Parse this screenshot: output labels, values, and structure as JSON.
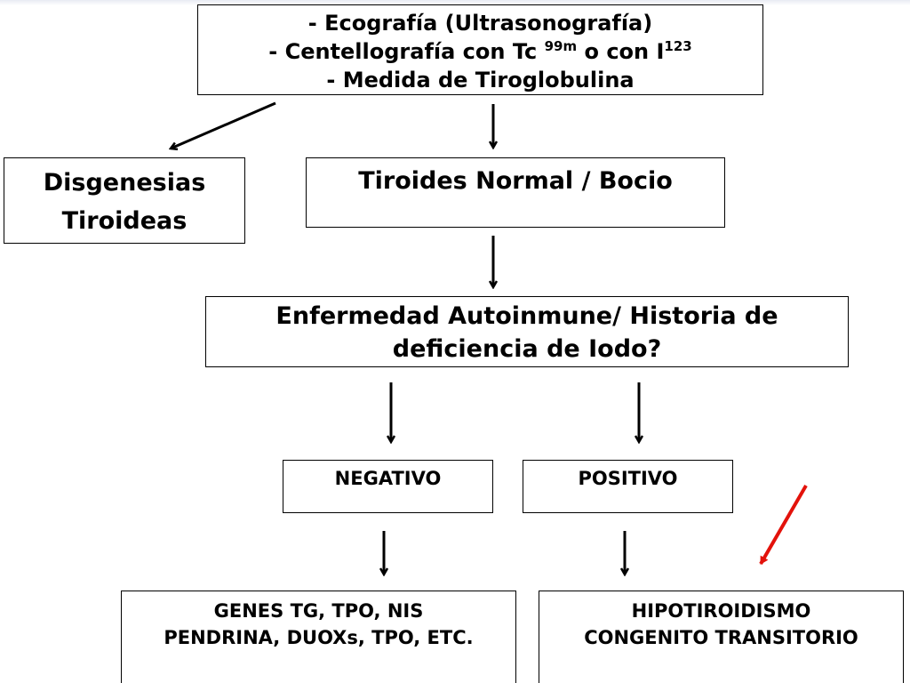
{
  "nodes": {
    "top": {
      "line1": "- Ecografía (Ultrasonografía)",
      "line2_prefix": "- Centellografía con Tc",
      "line2_sup1": "99m",
      "line2_middle": "o con I",
      "line2_sup2": "123",
      "line3": "-  Medida de Tiroglobulina"
    },
    "disgenesias": {
      "line1": "Disgenesias",
      "line2": "Tiroideas"
    },
    "normal": {
      "line1": "Tiroides Normal / Bocio"
    },
    "autoinmune": {
      "line1": "Enfermedad Autoinmune/ Historia de",
      "line2": "deficiencia de Iodo?"
    },
    "negativo": {
      "line1": "NEGATIVO"
    },
    "positivo": {
      "line1": "POSITIVO"
    },
    "genes": {
      "line1": "GENES TG, TPO, NIS",
      "line2": "PENDRINA, DUOXs, TPO, ETC."
    },
    "hipotiroidismo": {
      "line1": "HIPOTIROIDISMO",
      "line2": "CONGENITO TRANSITORIO"
    }
  },
  "colors": {
    "border": "#000000",
    "text": "#000000",
    "arrow": "#000000",
    "highlight_arrow": "#e3120b"
  }
}
